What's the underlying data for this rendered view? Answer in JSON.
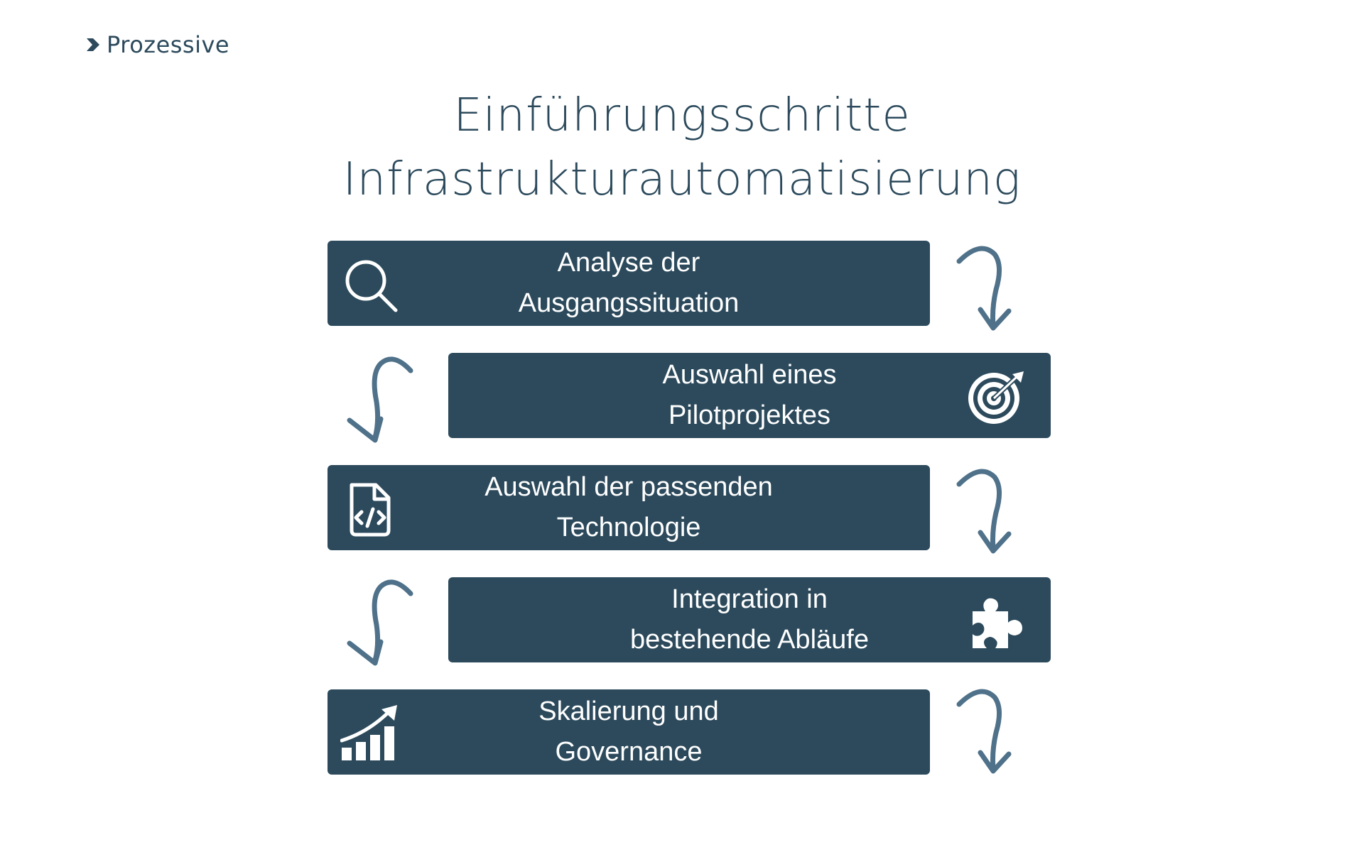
{
  "brand": {
    "name": "Prozessive"
  },
  "title": {
    "line1": "Einführungsschritte",
    "line2": "Infrastrukturautomatisierung"
  },
  "colors": {
    "box": "#2c4a5c",
    "arrow": "#4f7189",
    "text_dark": "#2c4a5c",
    "text_light": "#ffffff"
  },
  "steps": [
    {
      "label": "Analyse der\nAusgangssituation",
      "icon": "magnifier-icon"
    },
    {
      "label": "Auswahl eines\nPilotprojektes",
      "icon": "target-icon"
    },
    {
      "label": "Auswahl der passenden\nTechnologie",
      "icon": "code-file-icon"
    },
    {
      "label": "Integration in\nbestehende Abläufe",
      "icon": "puzzle-piece-icon"
    },
    {
      "label": "Skalierung und\nGovernance",
      "icon": "growth-chart-icon"
    }
  ]
}
